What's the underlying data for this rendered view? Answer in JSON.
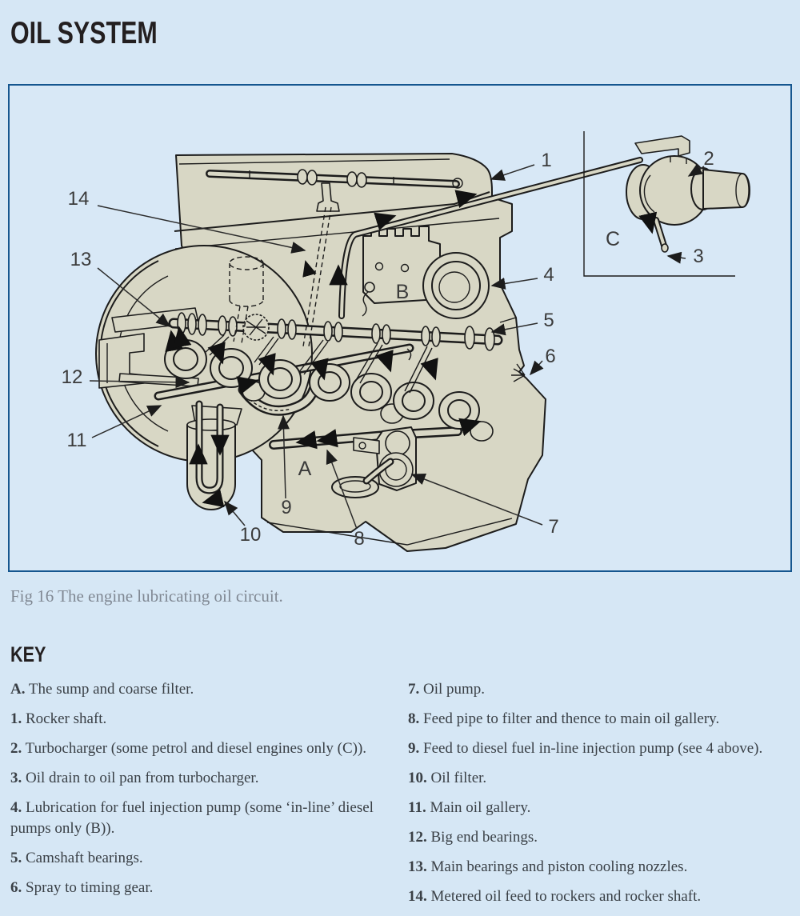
{
  "page": {
    "title": "OIL SYSTEM"
  },
  "figure": {
    "caption": "Fig 16 The engine lubricating oil circuit."
  },
  "key": {
    "heading": "KEY",
    "left": [
      {
        "num": "A.",
        "text": "The sump and coarse filter."
      },
      {
        "num": "1.",
        "text": "Rocker shaft."
      },
      {
        "num": "2.",
        "text": "Turbocharger (some petrol and diesel engines only (C))."
      },
      {
        "num": "3.",
        "text": "Oil drain to oil pan from turbocharger."
      },
      {
        "num": "4.",
        "text": "Lubrication for fuel injection pump (some ‘in-line’ diesel pumps only (B))."
      },
      {
        "num": "5.",
        "text": "Camshaft bearings."
      },
      {
        "num": "6.",
        "text": "Spray to timing gear."
      }
    ],
    "right": [
      {
        "num": "7.",
        "text": "Oil pump."
      },
      {
        "num": "8.",
        "text": "Feed pipe to filter and thence to main oil gallery."
      },
      {
        "num": "9.",
        "text": "Feed to diesel fuel in-line injection pump (see 4 above)."
      },
      {
        "num": "10.",
        "text": "Oil filter."
      },
      {
        "num": "11.",
        "text": "Main oil gallery."
      },
      {
        "num": "12.",
        "text": "Big end bearings."
      },
      {
        "num": "13.",
        "text": "Main bearings and piston cooling nozzles."
      },
      {
        "num": "14.",
        "text": "Metered oil feed to rockers and rocker shaft."
      }
    ]
  },
  "diagram": {
    "callouts": {
      "n1": "1",
      "n2": "2",
      "n3": "3",
      "n4": "4",
      "n5": "5",
      "n6": "6",
      "n7": "7",
      "n8": "8",
      "n9": "9",
      "n10": "10",
      "n11": "11",
      "n12": "12",
      "n13": "13",
      "n14": "14",
      "A": "A",
      "B": "B",
      "C": "C"
    }
  },
  "colors": {
    "page_background": "#d6e7f5",
    "figure_border": "#15568f",
    "engine_fill": "#d8d7c5",
    "line_art": "#1c1c1c",
    "caption_gray": "#808893",
    "text_dark": "#3a4046"
  }
}
